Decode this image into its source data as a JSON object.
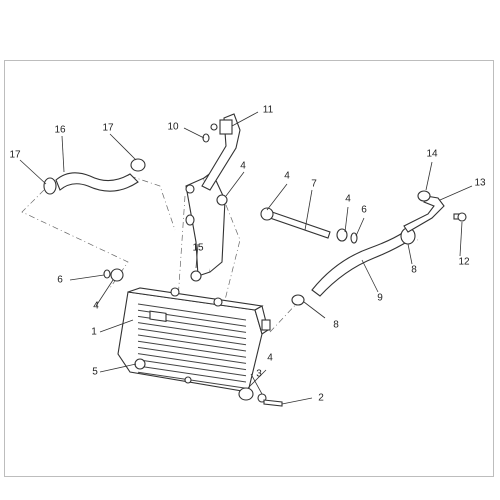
{
  "callouts": [
    {
      "id": "c1",
      "text": "1"
    },
    {
      "id": "c2",
      "text": "2"
    },
    {
      "id": "c3",
      "text": "3"
    },
    {
      "id": "c4a",
      "text": "4"
    },
    {
      "id": "c4b",
      "text": "4"
    },
    {
      "id": "c4c",
      "text": "4"
    },
    {
      "id": "c4d",
      "text": "4"
    },
    {
      "id": "c4e",
      "text": "4"
    },
    {
      "id": "c5",
      "text": "5"
    },
    {
      "id": "c6a",
      "text": "6"
    },
    {
      "id": "c6b",
      "text": "6"
    },
    {
      "id": "c7",
      "text": "7"
    },
    {
      "id": "c8a",
      "text": "8"
    },
    {
      "id": "c8b",
      "text": "8"
    },
    {
      "id": "c9",
      "text": "9"
    },
    {
      "id": "c10",
      "text": "10"
    },
    {
      "id": "c11",
      "text": "11"
    },
    {
      "id": "c12",
      "text": "12"
    },
    {
      "id": "c13",
      "text": "13"
    },
    {
      "id": "c14",
      "text": "14"
    },
    {
      "id": "c15",
      "text": "15"
    },
    {
      "id": "c16",
      "text": "16"
    },
    {
      "id": "c17a",
      "text": "17"
    },
    {
      "id": "c17b",
      "text": "17"
    }
  ]
}
